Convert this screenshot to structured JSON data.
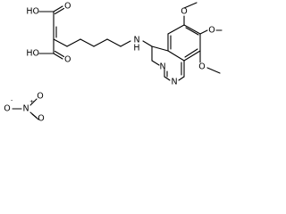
{
  "molecule": {
    "atoms": {
      "carboxylic_acid_top_oh": "HO",
      "carboxylic_acid_top_o": "O",
      "carboxylic_acid_bottom_oh": "HO",
      "carboxylic_acid_bottom_o": "O",
      "amine_linker": "N",
      "amine_h": "H",
      "methoxy_top_left_o": "O",
      "methoxy_top_right_o": "O",
      "methoxy_bottom_o": "O",
      "ring_n_right": "N",
      "ring_n_bottom": "N"
    }
  },
  "counterion": {
    "oxygen_left": "O",
    "charge_minus": "-",
    "nitrogen": "N",
    "charge_plus": "+",
    "oxygen_top": "O",
    "oxygen_bottom": "O"
  }
}
